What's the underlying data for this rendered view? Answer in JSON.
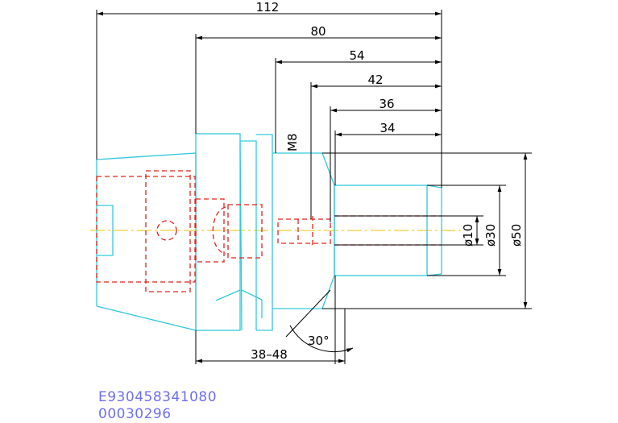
{
  "dimensions": {
    "len_112": "112",
    "len_80": "80",
    "len_54": "54",
    "len_42": "42",
    "len_36": "36",
    "len_34": "34",
    "thread": "M8",
    "range_38_48": "38–48",
    "angle": "30°",
    "dia_10": "ø10",
    "dia_30": "ø30",
    "dia_50": "ø50"
  },
  "codes": {
    "article_number": "E930458341080",
    "secondary_number": "00030296"
  },
  "colors": {
    "part_outline": "#33c9da",
    "hidden_lines": "#e2231a",
    "center_axis": "#f2c200",
    "dimension_lines": "#000000",
    "code_text": "#6e6ef2"
  }
}
